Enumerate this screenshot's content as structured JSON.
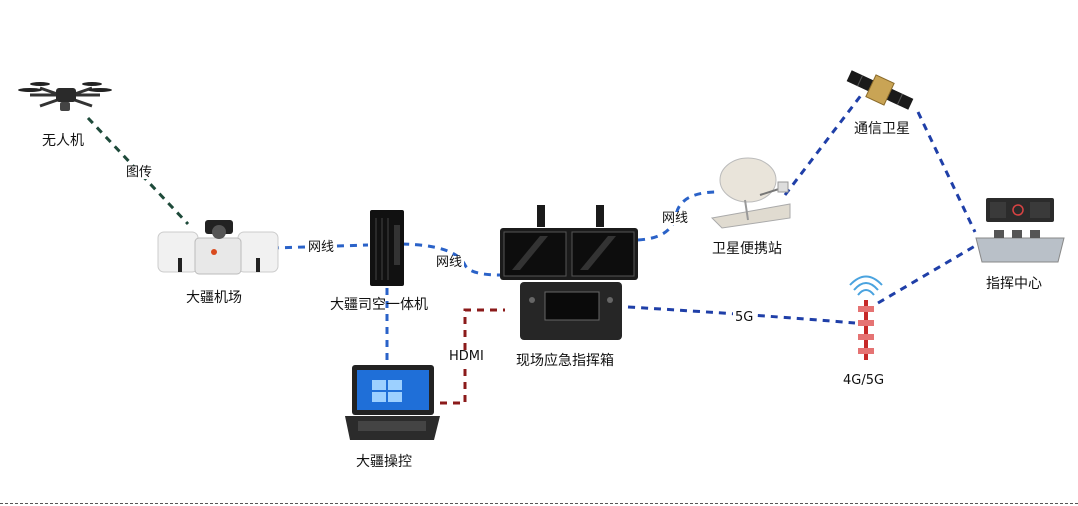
{
  "nodes": {
    "drone": "无人机",
    "dock": "大疆机场",
    "server": "大疆司空一体机",
    "laptop": "大疆操控",
    "case": "现场应急指挥箱",
    "satellite_station": "卫星便携站",
    "satellite": "通信卫星",
    "command_center": "指挥中心",
    "tower": "4G/5G"
  },
  "links": {
    "drone_dock": "图传",
    "dock_server": "网线",
    "server_case": "网线",
    "case_station": "网线",
    "laptop_case": "HDMI",
    "case_tower": "5G"
  },
  "colors": {
    "blue_link": "#1f3fa8",
    "green_link": "#1e4a3a",
    "red_link": "#8b1a1a",
    "blue_link_light": "#3a7bd5"
  }
}
